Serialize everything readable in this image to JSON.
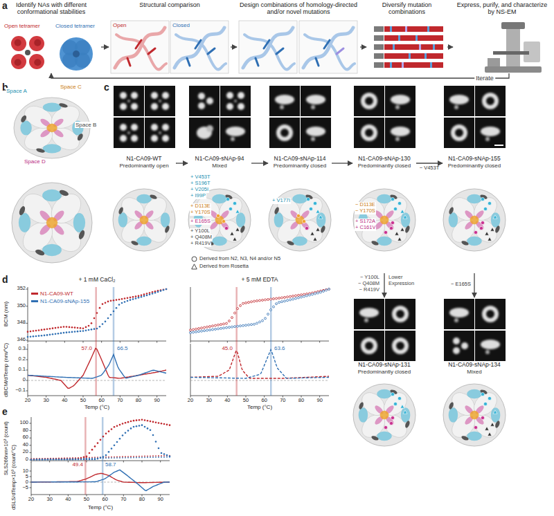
{
  "diagram": {
    "nodes": [
      {
        "text": [
          "Identify NAs with different conformational stabilities"
        ]
      },
      {
        "text": [
          "Structural comparison"
        ]
      },
      {
        "text": [
          "Design combinations of homology-directed and/or novel mutations"
        ]
      },
      {
        "text": [
          "Diversify mutation combinations"
        ]
      },
      {
        "text": [
          "Express, purify, and characterize by NS-EM"
        ]
      },
      {
        "text": [
          "N1-CA09-WT",
          "Predominantly open"
        ]
      },
      {
        "text": [
          "N1-CA09-sNAp-94",
          "Mixed"
        ]
      },
      {
        "text": [
          "N1-CA09-sNAp-114",
          "Predominantly closed"
        ]
      },
      {
        "text": [
          "N1-CA09-sNAp-130",
          "Predominantly closed"
        ]
      },
      {
        "text": [
          "N1-CA09-sNAp-155",
          "Predominantly closed"
        ]
      },
      {
        "text": [
          "N1-CA09-sNAp-131",
          "Predominantly closed"
        ]
      },
      {
        "text": [
          "N1-CA09-sNAp-134",
          "Mixed"
        ]
      }
    ],
    "edges": [
      {
        "from": 0,
        "to": 1,
        "arrow": "to"
      },
      {
        "from": 1,
        "to": 2,
        "arrow": "to"
      },
      {
        "from": 2,
        "to": 3,
        "arrow": "to"
      },
      {
        "from": 3,
        "to": 4,
        "arrow": "to"
      },
      {
        "from": 4,
        "to": 0,
        "arrow": "to",
        "label": "Iterate"
      },
      {
        "from": 5,
        "to": 6,
        "arrow": "to"
      },
      {
        "from": 6,
        "to": 7,
        "arrow": "to"
      },
      {
        "from": 7,
        "to": 8,
        "arrow": "to"
      },
      {
        "from": 8,
        "to": 9,
        "arrow": "to",
        "label": "− V453T"
      },
      {
        "from": 8,
        "to": 10,
        "arrow": "to"
      },
      {
        "from": 9,
        "to": 11,
        "arrow": "to",
        "label": "− E165S"
      }
    ],
    "labels": [
      "a",
      "Open tetramer",
      "Closed tetramer",
      "Open",
      "Closed",
      "b",
      "Space A",
      "Space C",
      "Space B",
      "Space D",
      "c",
      "+ V453T",
      "+ S196T",
      "+ V205I",
      "+ I99P",
      "+ D113E",
      "+ Y170S",
      "+ E165S",
      "+ Y100L",
      "+ Q408M",
      "+ R419V",
      "+ V177I",
      "− D113E",
      "− Y170S",
      "+ S172A",
      "+ C161V",
      "− Y100L",
      "− Q408M",
      "− R419V",
      "Lower Expression",
      "d",
      "+ 1 mM CaCl₂",
      "+ 5 mM EDTA",
      "BCM (nm)",
      "352",
      "350",
      "348",
      "346",
      "dBCM/dTemp (nm/°C)",
      "0.3",
      "0.2",
      "0.1",
      "0",
      "−0.1",
      "57.0",
      "66.5",
      "45.0",
      "63.6",
      "20",
      "30",
      "40",
      "50",
      "60",
      "70",
      "80",
      "90",
      "20",
      "30",
      "40",
      "50",
      "60",
      "70",
      "80",
      "90",
      "Temp (°C)",
      "Temp (°C)",
      "e",
      "SLS266nm×10³ (count)",
      "100",
      "80",
      "60",
      "40",
      "20",
      "0",
      "dSLS/dTemp×10³ (count/°C)",
      "10",
      "5",
      "0",
      "−5",
      "49.4",
      "58.7",
      "20",
      "30",
      "40",
      "50",
      "60",
      "70",
      "80",
      "90",
      "Temp (°C)"
    ],
    "legend": [
      {
        "text": "N1-CA09-WT",
        "color": "#c0282d"
      },
      {
        "text": "N1-CA09-sNAp-155",
        "color": "#2f6fb3"
      },
      {
        "text": "Derived from N2, N3, N4 and/or N5"
      },
      {
        "text": "Derived from Rosetta"
      }
    ]
  }
}
